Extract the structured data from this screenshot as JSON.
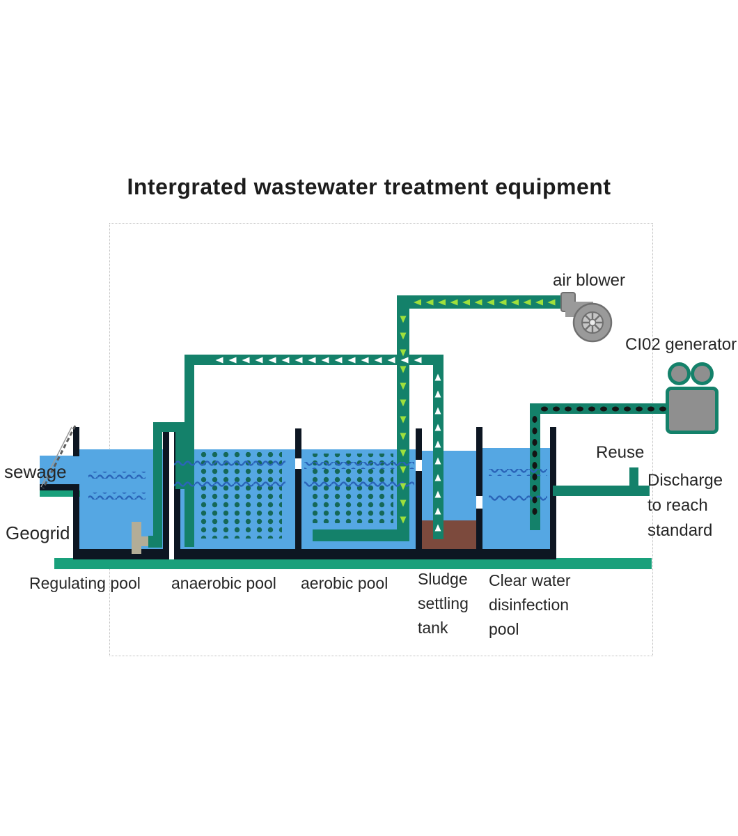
{
  "title": "Intergrated wastewater treatment equipment",
  "labels": {
    "air_blower": "air blower",
    "generator": "CI02 generator",
    "sewage": "sewage",
    "geogrid": "Geogrid",
    "reuse": "Reuse",
    "discharge": "Discharge to reach standard",
    "regulating": "Regulating pool",
    "anaerobic": "anaerobic pool",
    "aerobic": "aerobic pool",
    "sludge": "Sludge settling tank",
    "clear": "Clear water disinfection pool"
  },
  "colors": {
    "water": "#55a7e3",
    "pipe_teal": "#14816a",
    "ground_teal": "#19a07b",
    "wall_dark": "#0d1622",
    "sludge_brown": "#7c4a3d",
    "arrow_yellow": "#9fe03c",
    "arrow_white": "#ffffff",
    "dash_black": "#141414",
    "media_dot": "#156858",
    "wave_blue": "#2a64b8",
    "metal_gray": "#939393",
    "pump_tan": "#b3ad97"
  }
}
